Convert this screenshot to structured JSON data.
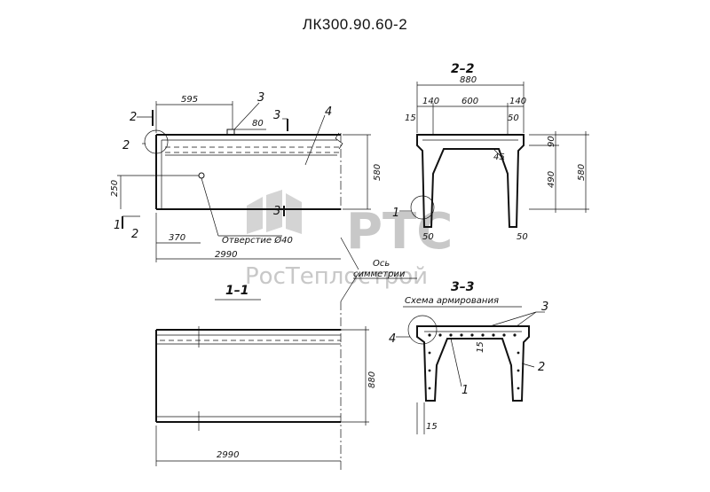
{
  "title": "ЛК300.90.60-2",
  "watermark": {
    "brand": "РТС",
    "company": "РосТеплострой",
    "color": "#c8c8c8"
  },
  "labels": {
    "section_1": "1",
    "section_2": "2",
    "section_3": "3",
    "section_1_1": "1–1",
    "section_2_2": "2–2",
    "section_3_3": "3–3",
    "reinforcement_scheme": "Схема армирования",
    "hole": "Отверстие Ø40",
    "axis_line1": "Ось",
    "axis_line2": "симметрии",
    "pos_1": "1",
    "pos_2": "2",
    "pos_3": "3",
    "pos_4": "4"
  },
  "dimensions": {
    "d595": "595",
    "d80": "80",
    "d15": "15",
    "d250": "250",
    "d580": "580",
    "d370": "370",
    "d2990": "2990",
    "d880": "880",
    "d140": "140",
    "d600": "600",
    "d50": "50",
    "d90": "90",
    "d490": "490",
    "d45": "45"
  }
}
